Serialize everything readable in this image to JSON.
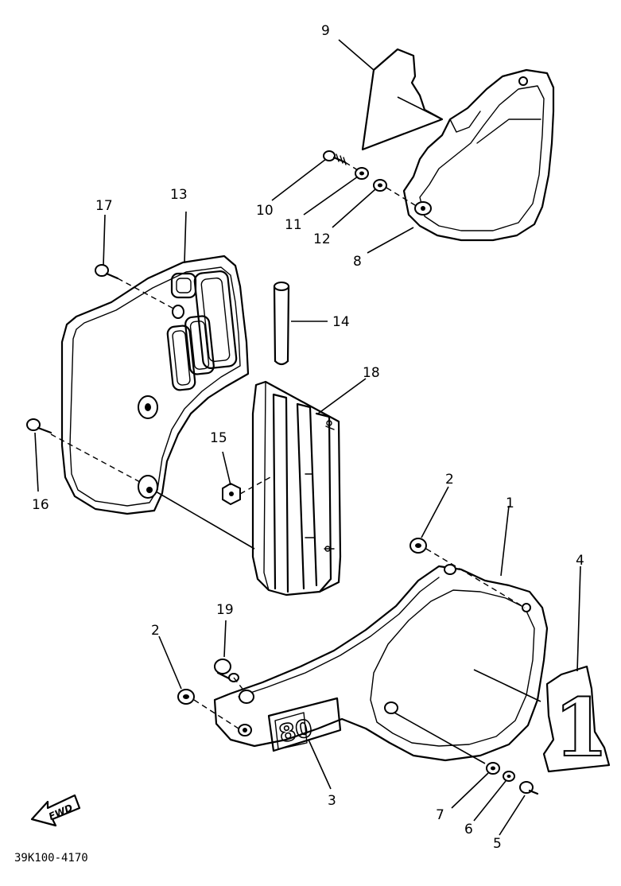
{
  "diagram": {
    "part_numbers": {
      "p1": "1",
      "p2a": "2",
      "p2b": "2",
      "p3": "3",
      "p4": "4",
      "p5": "5",
      "p6": "6",
      "p7": "7",
      "p8": "8",
      "p9": "9",
      "p10": "10",
      "p11": "11",
      "p12": "12",
      "p13": "13",
      "p14": "14",
      "p15": "15",
      "p16": "16",
      "p17": "17",
      "p18": "18",
      "p19": "19"
    },
    "direction_label": "FWD",
    "drawing_code": "39K100-4170",
    "decal_number_graphic": "80",
    "decal_plate_graphic": "1"
  }
}
